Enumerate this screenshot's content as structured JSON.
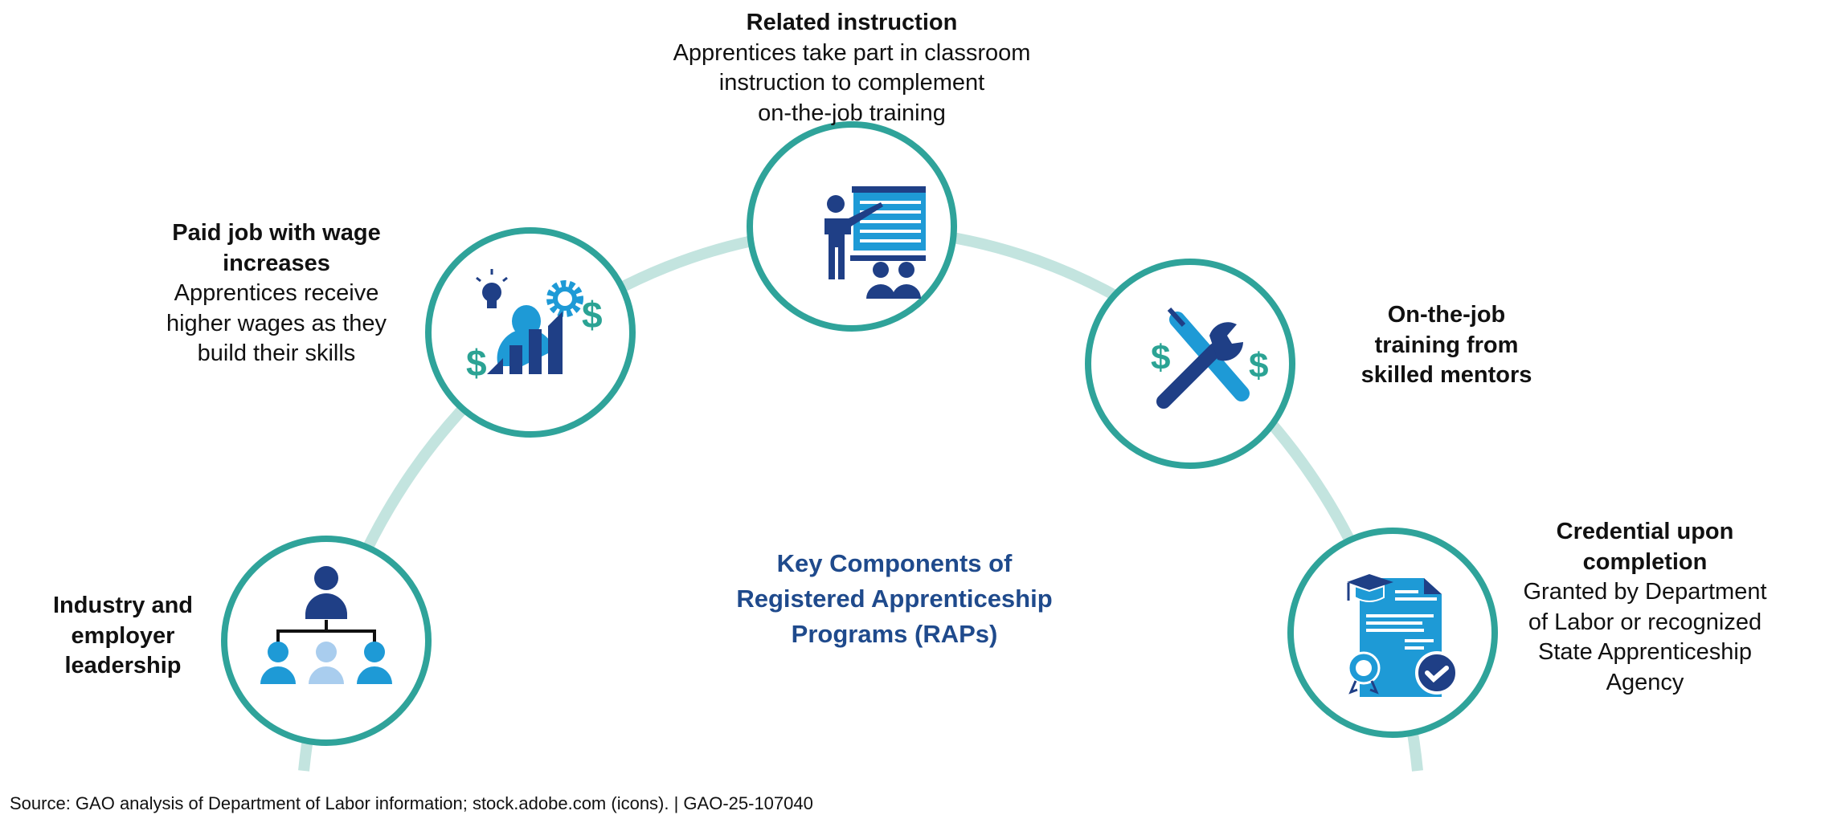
{
  "center_title": "Key Components of\nRegistered Apprenticeship\nPrograms (RAPs)",
  "components": [
    {
      "title": "Industry and employer leadership",
      "title_lines": [
        "Industry and",
        "employer",
        "leadership"
      ],
      "description_lines": [],
      "icon": "org-chart-icon"
    },
    {
      "title": "Paid job with wage increases",
      "title_lines": [
        "Paid job with wage",
        "increases"
      ],
      "description_lines": [
        "Apprentices receive",
        "higher wages as they",
        "build their skills"
      ],
      "icon": "wage-growth-icon"
    },
    {
      "title": "Related instruction",
      "title_lines": [
        "Related instruction"
      ],
      "description_lines": [
        "Apprentices take part in classroom",
        "instruction to complement",
        "on-the-job training"
      ],
      "icon": "classroom-icon"
    },
    {
      "title": "On-the-job training from skilled mentors",
      "title_lines": [
        "On-the-job",
        "training from",
        "skilled mentors"
      ],
      "description_lines": [],
      "icon": "tools-icon"
    },
    {
      "title": "Credential upon completion",
      "title_lines": [
        "Credential upon",
        "completion"
      ],
      "description_lines": [
        "Granted by Department",
        "of Labor or recognized",
        "State Apprenticeship",
        "Agency"
      ],
      "icon": "certificate-icon"
    }
  ],
  "source": "Source: GAO analysis of Department of Labor information; stock.adobe.com (icons).  |  GAO-25-107040",
  "colors": {
    "ring": "#2fa39a",
    "arc": "#c3e4df",
    "dark_blue": "#1f3f86",
    "light_blue": "#1e9ad6",
    "teal": "#2ba394",
    "title_blue": "#1f4a8c"
  }
}
